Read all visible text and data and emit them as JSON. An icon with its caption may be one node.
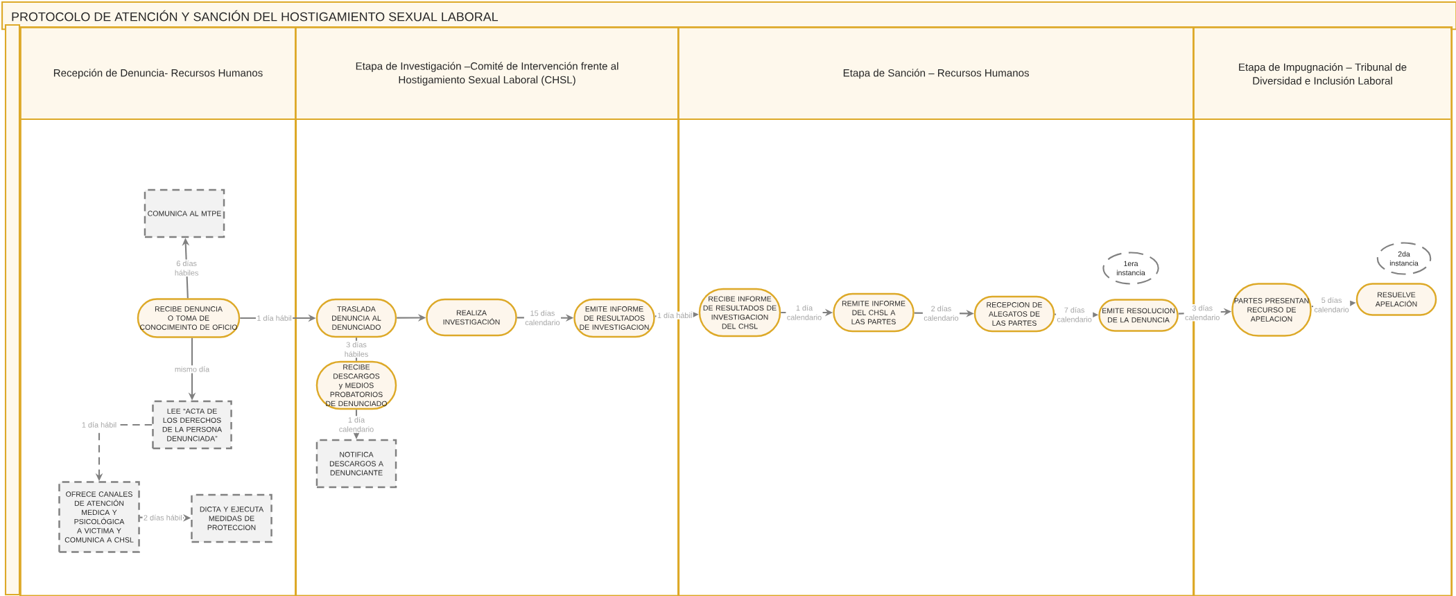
{
  "diagram": {
    "title": "PROTOCOLO DE ATENCIÓN Y SANCIÓN DEL HOSTIGAMIENTO SEXUAL LABORAL",
    "nodes": [
      {
        "text": [
          "Recepción de Denuncia- Recursos Humanos"
        ]
      },
      {
        "text": [
          "Etapa de Investigación –Comité de Intervención frente al Hostigamiento Sexual Laboral (CHSL)"
        ]
      },
      {
        "text": [
          "Etapa de Sanción – Recursos Humanos"
        ]
      },
      {
        "text": [
          "Etapa de Impugnación – Tribunal de Diversidad e Inclusión Laboral"
        ]
      },
      {
        "text": [
          "RECIBE DENUNCIA O TOMA DE CONOCIMEINTO DE OFICIO"
        ],
        "in": 0
      },
      {
        "text": [
          "COMUNICA AL MTPE"
        ],
        "in": 0
      },
      {
        "text": [
          "LEE “ACTA DE LOS DERECHOS DE LA PERSONA DENUNCIADA”"
        ],
        "in": 0
      },
      {
        "text": [
          "OFRECE CANALES DE ATENCIÓN MEDICA Y PSICOLÓGICA A VICTIMA Y COMUNICA A CHSL"
        ],
        "in": 0
      },
      {
        "text": [
          "DICTA Y EJECUTA MEDIDAS DE PROTECCION"
        ],
        "in": 0
      },
      {
        "text": [
          "TRASLADA DENUNCIA AL DENUNCIADO"
        ],
        "in": 1
      },
      {
        "text": [
          "REALIZA INVESTIGACIÓN"
        ],
        "in": 1
      },
      {
        "text": [
          "EMITE INFORME DE RESULTADOS DE INVESTIGACION"
        ],
        "in": 1
      },
      {
        "text": [
          "RECIBE DESCARGOS y MEDIOS PROBATORIOS DE DENUNCIADO"
        ],
        "in": 1
      },
      {
        "text": [
          "NOTIFICA DESCARGOS A DENUNCIANTE"
        ],
        "in": 1
      },
      {
        "text": [
          "RECIBE INFORME DE RESULTADOS DE INVESTIGACION DEL CHSL"
        ],
        "in": 2
      },
      {
        "text": [
          "REMITE INFORME DEL CHSL A LAS PARTES"
        ],
        "in": 2
      },
      {
        "text": [
          "RECEPCION DE ALEGATOS DE LAS PARTES"
        ],
        "in": 2
      },
      {
        "text": [
          "EMITE RESOLUCION DE LA DENUNCIA"
        ],
        "in": 2
      },
      {
        "text": [
          "1era instancia"
        ],
        "in": 2
      },
      {
        "text": [
          "PARTES PRESENTAN RECURSO DE APELACION"
        ],
        "in": 3
      },
      {
        "text": [
          "RESUELVE APELACIÓN"
        ],
        "in": 3
      },
      {
        "text": [
          "2da instancia"
        ],
        "in": 3
      }
    ],
    "edges": [
      {
        "from": 4,
        "to": 5,
        "arrow": "to",
        "label": "6 días hábiles"
      },
      {
        "from": 4,
        "to": 6,
        "arrow": "to",
        "label": "mismo día"
      },
      {
        "from": 4,
        "to": 9,
        "arrow": "to",
        "label": "1 día hábil"
      },
      {
        "from": 6,
        "to": 7,
        "arrow": "to",
        "label": "1 día hábil",
        "style": "dashed"
      },
      {
        "from": 7,
        "to": 8,
        "arrow": "to",
        "label": "2 días hábil",
        "style": "dashed"
      },
      {
        "from": 9,
        "to": 10,
        "arrow": "to"
      },
      {
        "from": 9,
        "to": 12,
        "arrow": "none",
        "label": "3 días hábiles"
      },
      {
        "from": 12,
        "to": 13,
        "arrow": "to",
        "label": "1 día calendario"
      },
      {
        "from": 10,
        "to": 11,
        "arrow": "to",
        "label": "15 días calendario"
      },
      {
        "from": 11,
        "to": 14,
        "arrow": "to",
        "label": "1 día hábil"
      },
      {
        "from": 14,
        "to": 15,
        "arrow": "to",
        "label": "1 día calendario"
      },
      {
        "from": 15,
        "to": 16,
        "arrow": "to",
        "label": "2 días calendario"
      },
      {
        "from": 16,
        "to": 17,
        "arrow": "to",
        "label": "7 días calendario"
      },
      {
        "from": 17,
        "to": 19,
        "arrow": "to",
        "label": "3 días calendario"
      },
      {
        "from": 19,
        "to": 20,
        "arrow": "to",
        "label": "5 días calendario"
      }
    ]
  }
}
